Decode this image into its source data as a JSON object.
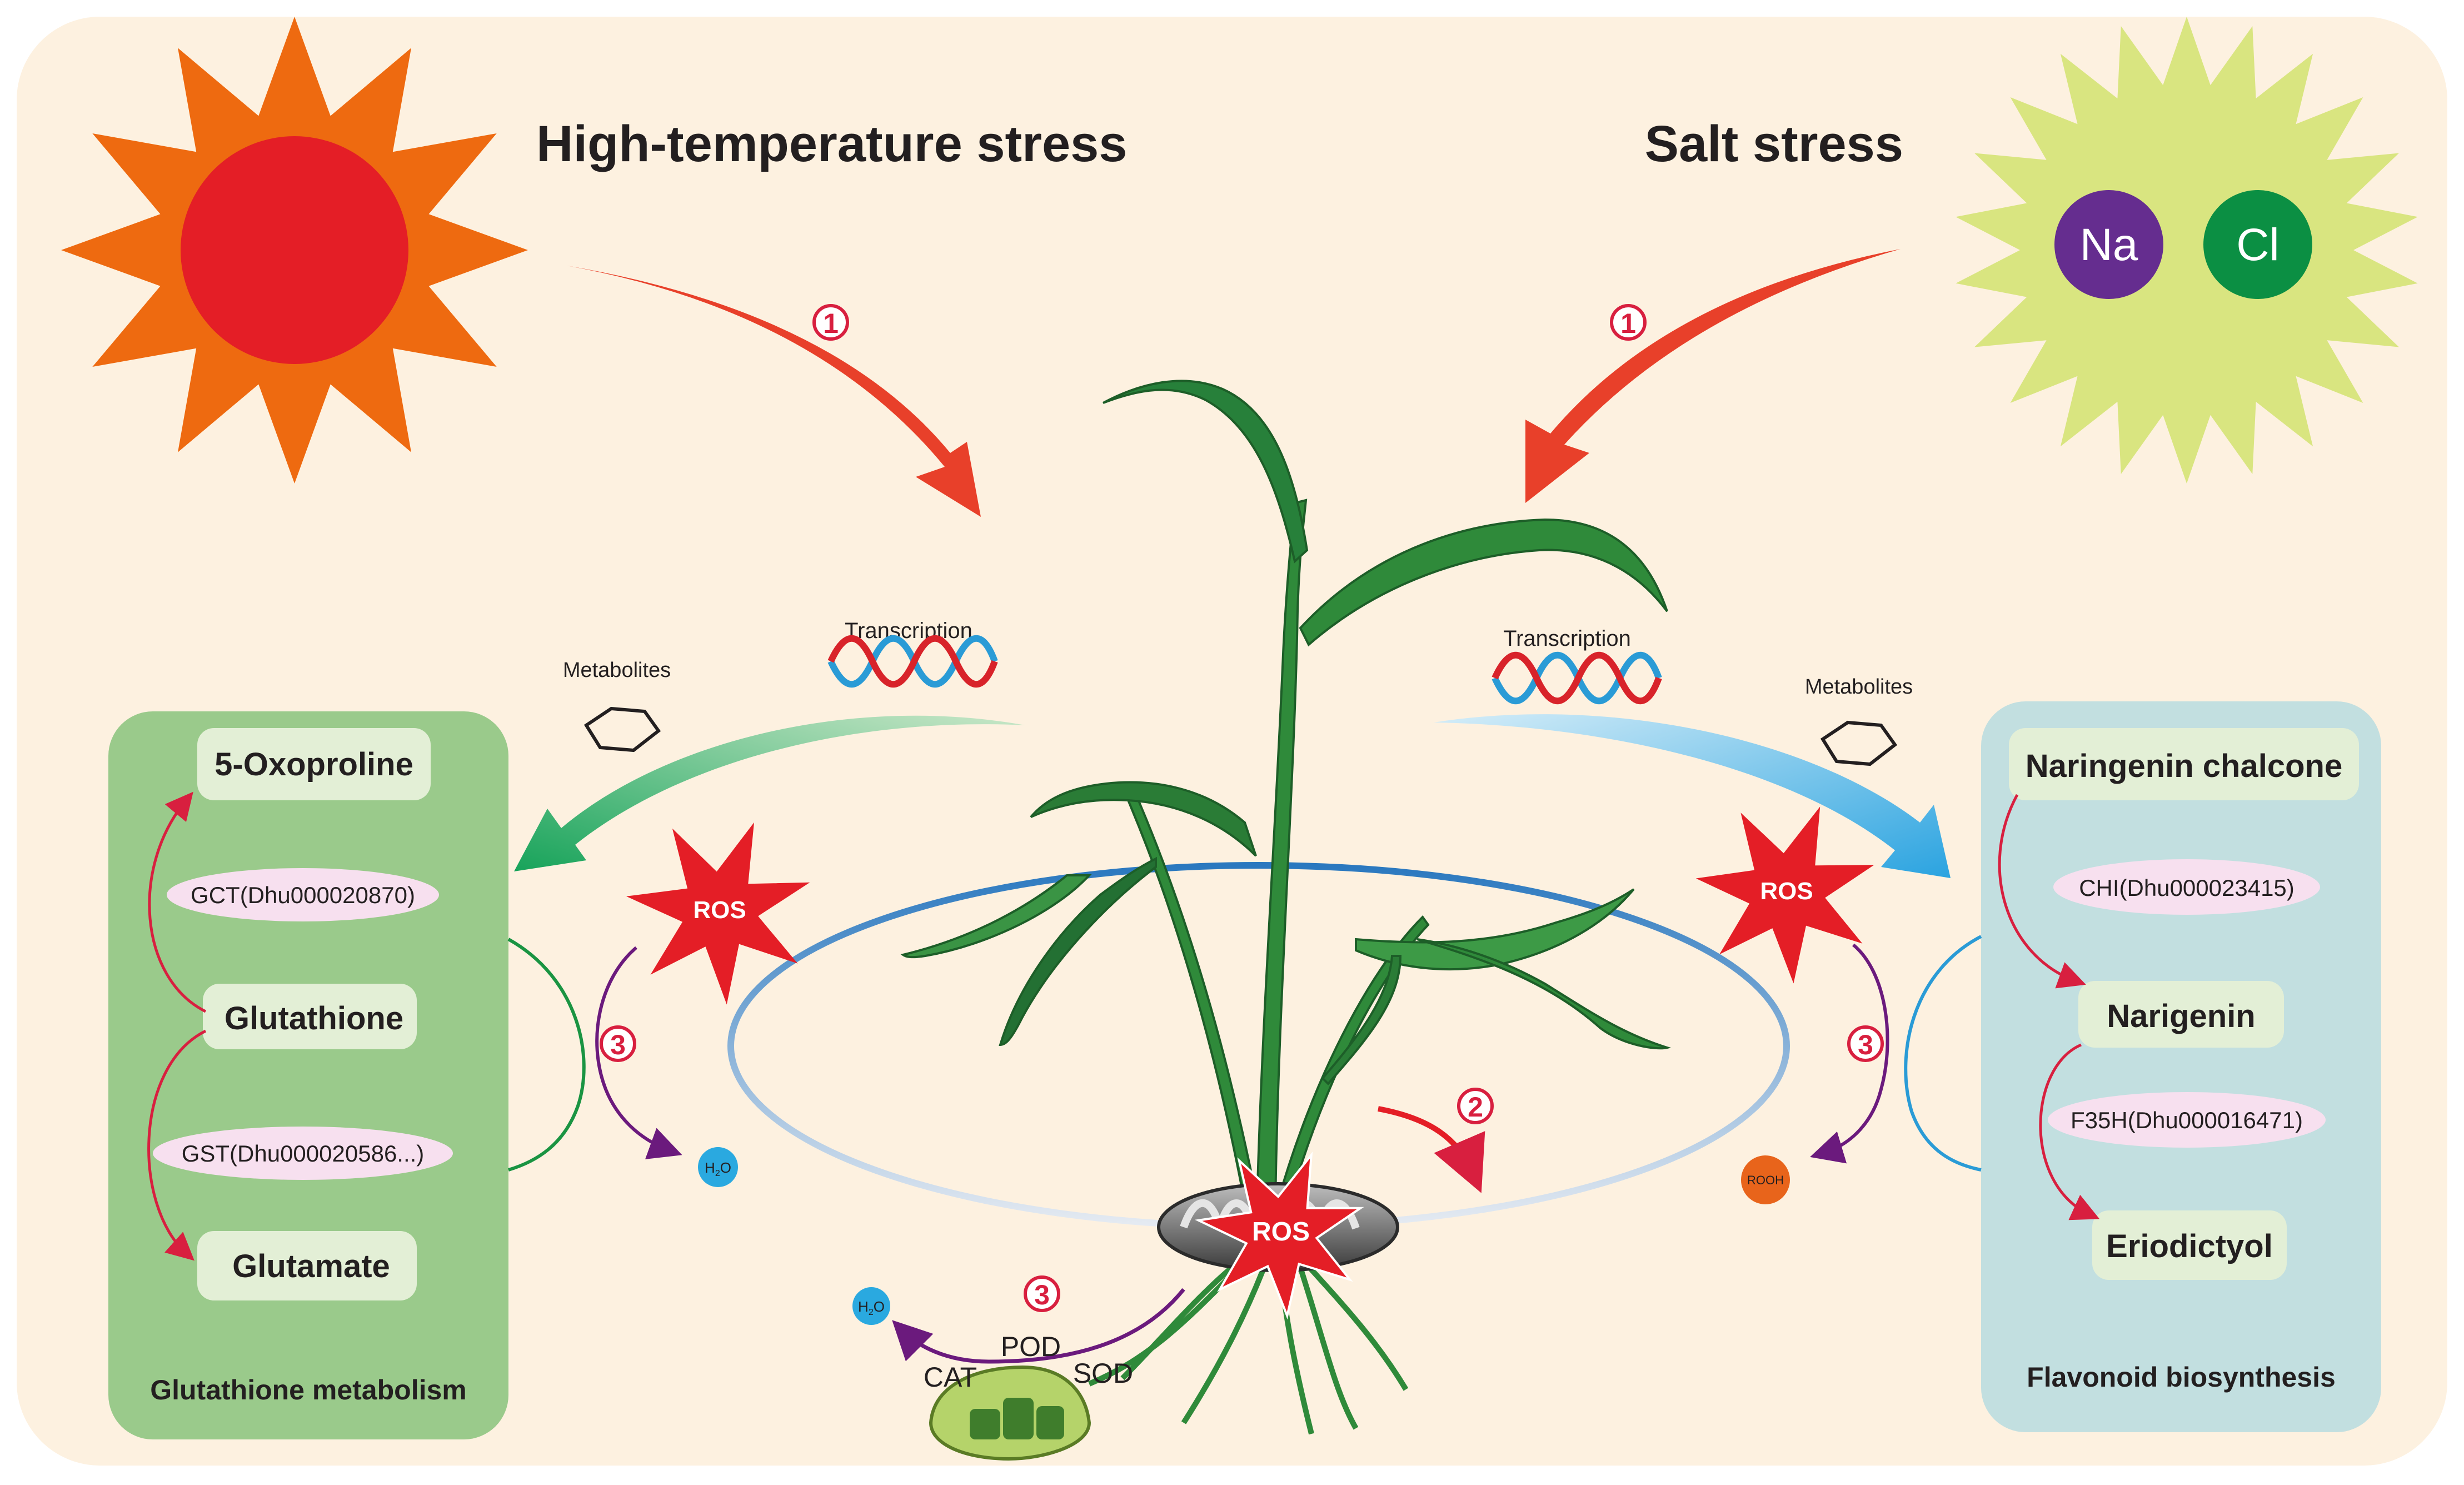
{
  "headers": {
    "heat": "High-temperature stress",
    "salt": "Salt stress"
  },
  "ions": {
    "sodium": "Na",
    "chloride": "Cl"
  },
  "steps": {
    "one": "1",
    "two": "2",
    "three": "3"
  },
  "labels": {
    "transcription": "Transcription",
    "metabolites": "Metabolites",
    "ros": "ROS",
    "h2o_h": "H",
    "h2o_2": "2",
    "h2o_o": "O",
    "rooh": "ROOH",
    "pod": "POD",
    "cat": "CAT",
    "sod": "SOD"
  },
  "glutathione_panel": {
    "title": "Glutathione metabolism",
    "nodes": {
      "oxoproline": "5-Oxoproline",
      "gct": "GCT(Dhu000020870)",
      "glutathione": "Glutathione",
      "gst": "GST(Dhu000020586...)",
      "glutamate": "Glutamate"
    }
  },
  "flavonoid_panel": {
    "title": "Flavonoid biosynthesis",
    "nodes": {
      "chalcone": "Naringenin chalcone",
      "chi": "CHI(Dhu000023415)",
      "narigenin": "Narigenin",
      "f35h": "F35H(Dhu000016471)",
      "eriodictyol": "Eriodictyol"
    }
  },
  "colors": {
    "background": "#fdf1e0",
    "sun_rays": "#ee6a10",
    "sun_core": "#e41e26",
    "salt_burst": "#d9e580",
    "na": "#652d8f",
    "cl": "#0b8f43",
    "stress_arrow": "#e8402a",
    "green_panel": "#9aca8b",
    "blue_panel": "#c2dfe0",
    "node_box": "#e3efd6",
    "enzyme": "#f7e0ef",
    "plant": "#2f8a3a",
    "ring": "#2a78bf",
    "h2o": "#2aa9e0",
    "rooh": "#e8641b"
  }
}
